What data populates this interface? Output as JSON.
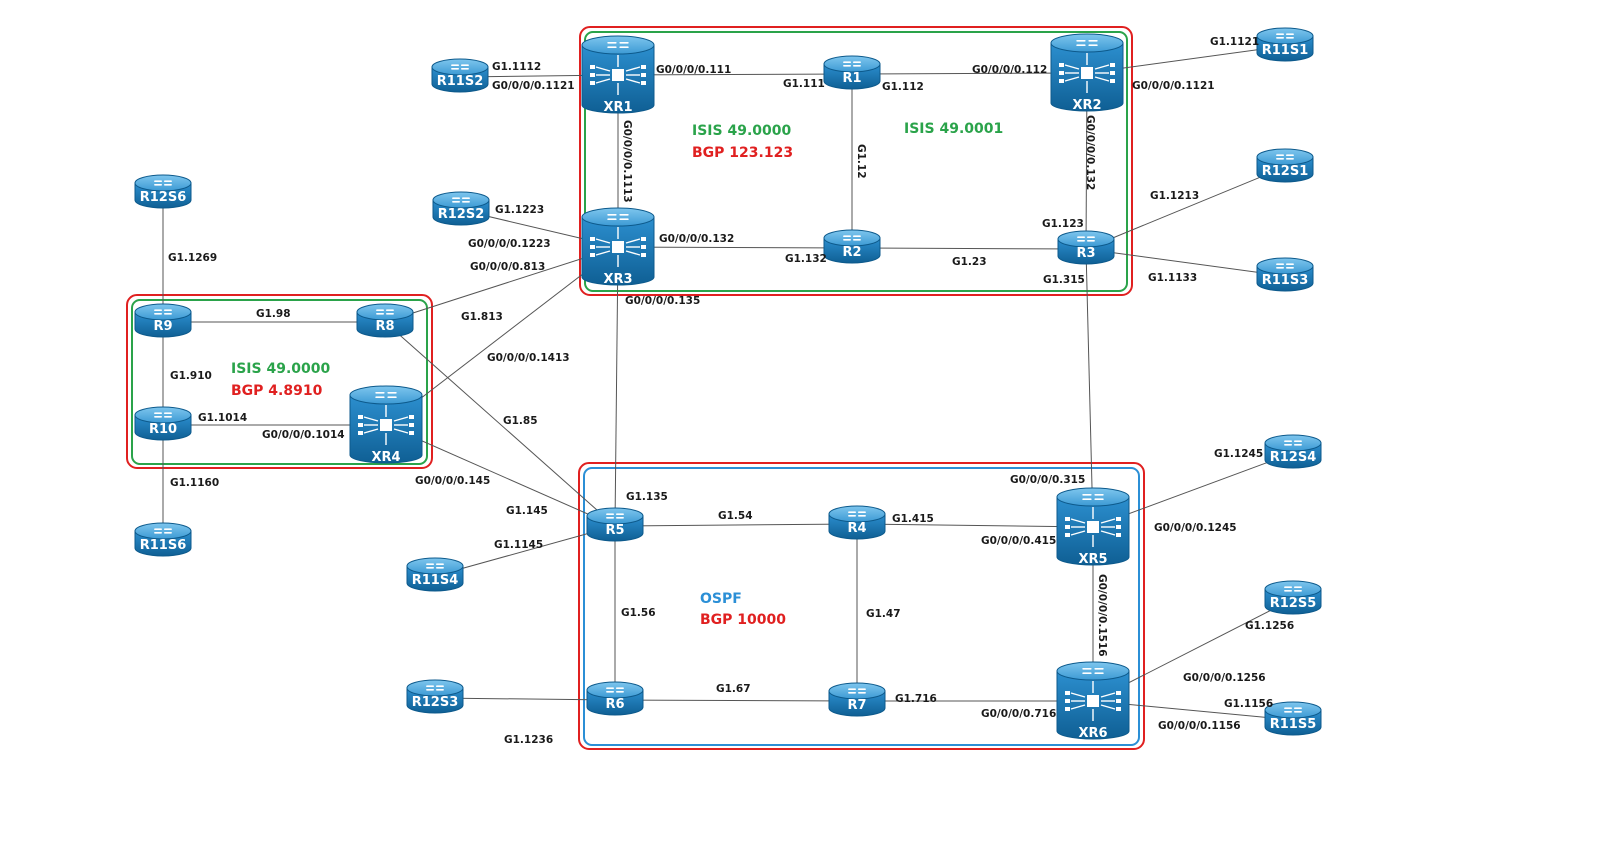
{
  "colors": {
    "device": "#1e7fbf",
    "device_dark": "#0f5f94",
    "device_top": "#5fb3e3",
    "outline_red": "#e02020",
    "outline_green": "#2aa34a",
    "outline_blue": "#2b8fd6",
    "isis_text": "#2aa34a",
    "bgp_text": "#e02020",
    "ospf_text": "#2b8fd6"
  },
  "routers": [
    {
      "id": "R11S2",
      "label": "R11S2",
      "kind": "router"
    },
    {
      "id": "XR1",
      "label": "XR1",
      "kind": "xr"
    },
    {
      "id": "R1",
      "label": "R1",
      "kind": "router"
    },
    {
      "id": "XR2",
      "label": "XR2",
      "kind": "xr"
    },
    {
      "id": "R11S1",
      "label": "R11S1",
      "kind": "router"
    },
    {
      "id": "R12S6",
      "label": "R12S6",
      "kind": "router"
    },
    {
      "id": "R12S2",
      "label": "R12S2",
      "kind": "router"
    },
    {
      "id": "XR3",
      "label": "XR3",
      "kind": "xr"
    },
    {
      "id": "R2",
      "label": "R2",
      "kind": "router"
    },
    {
      "id": "R3",
      "label": "R3",
      "kind": "router"
    },
    {
      "id": "R12S1",
      "label": "R12S1",
      "kind": "router"
    },
    {
      "id": "R11S3",
      "label": "R11S3",
      "kind": "router"
    },
    {
      "id": "R9",
      "label": "R9",
      "kind": "router"
    },
    {
      "id": "R8",
      "label": "R8",
      "kind": "router"
    },
    {
      "id": "R10",
      "label": "R10",
      "kind": "router"
    },
    {
      "id": "XR4",
      "label": "XR4",
      "kind": "xr"
    },
    {
      "id": "R11S6",
      "label": "R11S6",
      "kind": "router"
    },
    {
      "id": "R12S4",
      "label": "R12S4",
      "kind": "router"
    },
    {
      "id": "R5",
      "label": "R5",
      "kind": "router"
    },
    {
      "id": "R4",
      "label": "R4",
      "kind": "router"
    },
    {
      "id": "XR5",
      "label": "XR5",
      "kind": "xr"
    },
    {
      "id": "R11S4",
      "label": "R11S4",
      "kind": "router"
    },
    {
      "id": "R12S5",
      "label": "R12S5",
      "kind": "router"
    },
    {
      "id": "R12S3",
      "label": "R12S3",
      "kind": "router"
    },
    {
      "id": "R6",
      "label": "R6",
      "kind": "router"
    },
    {
      "id": "R7",
      "label": "R7",
      "kind": "router"
    },
    {
      "id": "XR6",
      "label": "XR6",
      "kind": "xr"
    },
    {
      "id": "R11S5",
      "label": "R11S5",
      "kind": "router"
    }
  ],
  "links": [
    {
      "a": "R11S2",
      "b": "XR1"
    },
    {
      "a": "XR1",
      "b": "R1"
    },
    {
      "a": "R1",
      "b": "XR2"
    },
    {
      "a": "XR2",
      "b": "R11S1"
    },
    {
      "a": "XR1",
      "b": "XR3"
    },
    {
      "a": "R1",
      "b": "R2"
    },
    {
      "a": "XR2",
      "b": "R3"
    },
    {
      "a": "XR3",
      "b": "R2"
    },
    {
      "a": "R2",
      "b": "R3"
    },
    {
      "a": "R3",
      "b": "R12S1"
    },
    {
      "a": "R3",
      "b": "R11S3"
    },
    {
      "a": "R12S2",
      "b": "XR3"
    },
    {
      "a": "R8",
      "b": "XR3"
    },
    {
      "a": "XR4",
      "b": "XR3"
    },
    {
      "a": "R12S6",
      "b": "R9"
    },
    {
      "a": "R9",
      "b": "R8"
    },
    {
      "a": "R9",
      "b": "R10"
    },
    {
      "a": "R10",
      "b": "XR4"
    },
    {
      "a": "R10",
      "b": "R11S6"
    },
    {
      "a": "R8",
      "b": "R5"
    },
    {
      "a": "XR4",
      "b": "R5"
    },
    {
      "a": "XR3",
      "b": "R5"
    },
    {
      "a": "R3",
      "b": "XR5"
    },
    {
      "a": "R5",
      "b": "R4"
    },
    {
      "a": "R4",
      "b": "XR5"
    },
    {
      "a": "XR5",
      "b": "R12S4"
    },
    {
      "a": "R11S4",
      "b": "R5"
    },
    {
      "a": "R5",
      "b": "R6"
    },
    {
      "a": "R4",
      "b": "R7"
    },
    {
      "a": "XR5",
      "b": "XR6"
    },
    {
      "a": "R12S3",
      "b": "R6"
    },
    {
      "a": "R6",
      "b": "R7"
    },
    {
      "a": "R7",
      "b": "XR6"
    },
    {
      "a": "XR6",
      "b": "R12S5"
    },
    {
      "a": "XR6",
      "b": "R11S5"
    }
  ],
  "interface_labels": [
    "G1.1112",
    "G0/0/0/0.1121",
    "G0/0/0/0.111",
    "G1.111",
    "G1.112",
    "G0/0/0/0.112",
    "G1.1121",
    "G0/0/0/0.1121",
    "G0/0/0/0.1113",
    "G1.12",
    "G0/0/0/0.132",
    "G0/0/0/0.132",
    "G1.132",
    "G1.23",
    "G1.123",
    "G1.315",
    "G1.1213",
    "G1.1133",
    "G1.1223",
    "G0/0/0/0.1223",
    "G0/0/0/0.813",
    "G0/0/0/0.135",
    "G1.1269",
    "G1.98",
    "G1.813",
    "G0/0/0/0.1413",
    "G1.910",
    "G1.1014",
    "G0/0/0/0.1014",
    "G1.85",
    "G1.1160",
    "G0/0/0/0.145",
    "G1.135",
    "G1.145",
    "G1.1145",
    "G1.54",
    "G1.415",
    "G0/0/0/0.415",
    "G0/0/0/0.315",
    "G1.1245",
    "G0/0/0/0.1245",
    "G0/0/0/0.1516",
    "G1.56",
    "G1.47",
    "G1.67",
    "G1.716",
    "G0/0/0/0.716",
    "G1.1236",
    "G1.1256",
    "G0/0/0/0.1256",
    "G1.1156",
    "G0/0/0/0.1156"
  ],
  "domains": [
    {
      "id": "top",
      "lines": [
        "ISIS 49.0000",
        "BGP 123.123"
      ],
      "extra": "ISIS 49.0001"
    },
    {
      "id": "left",
      "lines": [
        "ISIS 49.0000",
        "BGP 4.8910"
      ]
    },
    {
      "id": "bottom",
      "lines": [
        "OSPF",
        "BGP 10000"
      ]
    }
  ]
}
